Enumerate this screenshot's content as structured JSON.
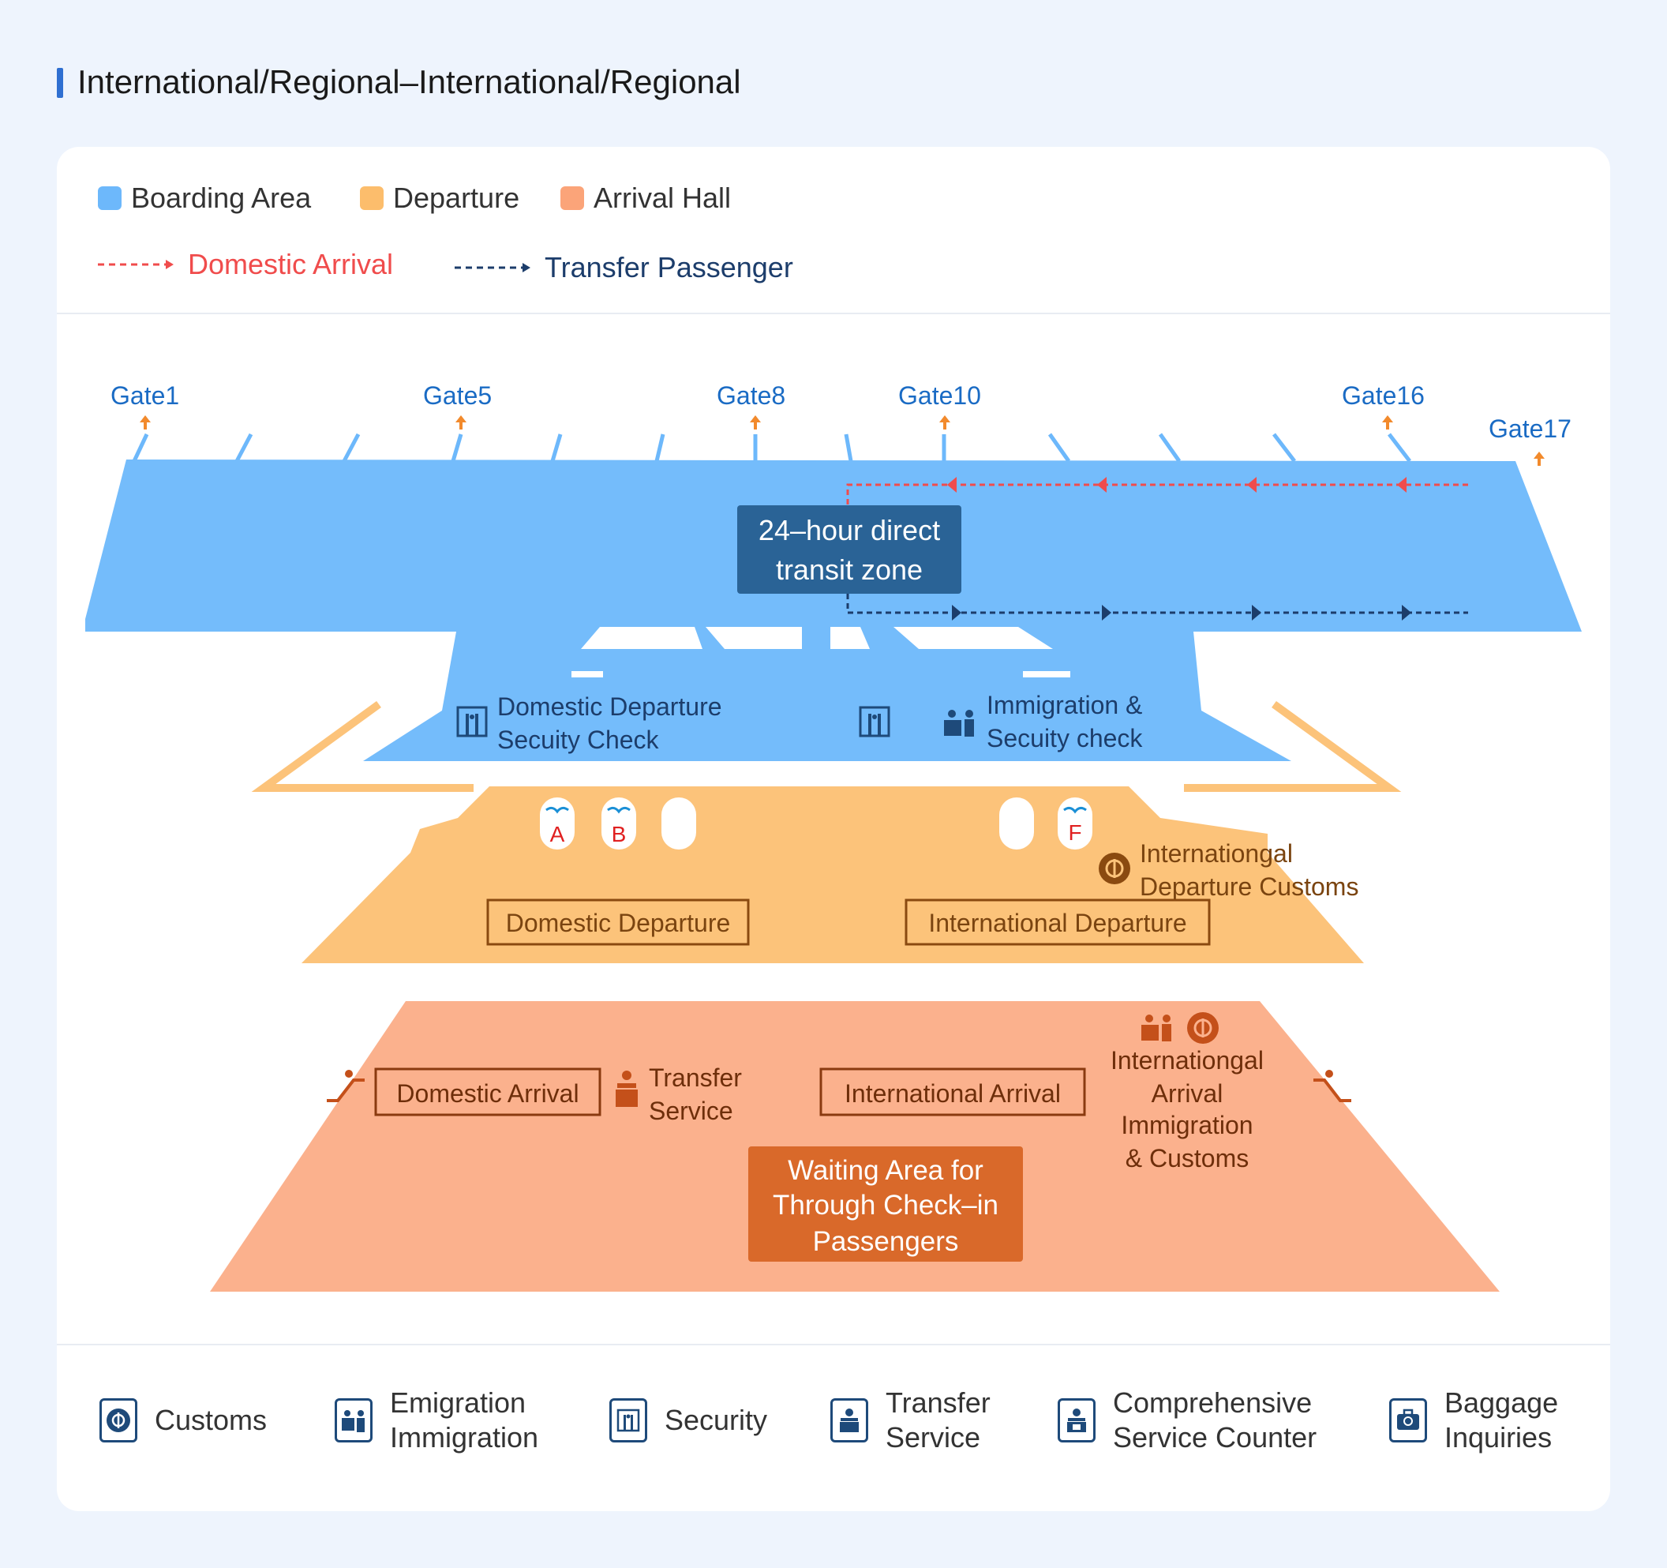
{
  "title": "International/Regional–International/Regional",
  "legend": {
    "areas": [
      {
        "label": "Boarding Area",
        "color": "#6db8fb"
      },
      {
        "label": "Departure",
        "color": "#fcbd6c"
      },
      {
        "label": "Arrival Hall",
        "color": "#fba479"
      }
    ],
    "lines": [
      {
        "label": "Domestic Arrival",
        "color": "#f04c4c"
      },
      {
        "label": "Transfer Passenger",
        "color": "#1c3d6b"
      }
    ]
  },
  "gates": [
    "Gate1",
    "Gate5",
    "Gate8",
    "Gate10",
    "Gate16",
    "Gate17"
  ],
  "boarding": {
    "transit_zone": [
      "24–hour direct",
      "transit zone"
    ],
    "domestic_security": [
      "Domestic Departure",
      "Secuity Check"
    ],
    "immigration_security": [
      "Immigration &",
      "Secuity check"
    ]
  },
  "departure": {
    "counters": [
      "A",
      "B",
      "F"
    ],
    "domestic_label": "Domestic Departure",
    "international_label": "International Departure",
    "customs": [
      "Internationgal",
      "Departure Customs"
    ]
  },
  "arrival": {
    "domestic_label": "Domestic Arrival",
    "international_label": "International Arrival",
    "transfer_service": [
      "Transfer",
      "Service"
    ],
    "intl_immigration": [
      "Internationgal",
      "Arrival",
      "Immigration",
      "& Customs"
    ],
    "waiting_area": [
      "Waiting Area for",
      "Through Check–in",
      "Passengers"
    ]
  },
  "icon_legend": [
    {
      "icon": "customs-icon",
      "lines": [
        "Customs"
      ]
    },
    {
      "icon": "emigration-immigration-icon",
      "lines": [
        "Emigration",
        "Immigration"
      ]
    },
    {
      "icon": "security-icon",
      "lines": [
        "Security"
      ]
    },
    {
      "icon": "transfer-service-icon",
      "lines": [
        "Transfer",
        "Service"
      ]
    },
    {
      "icon": "service-counter-icon",
      "lines": [
        "Comprehensive",
        "Service Counter"
      ]
    },
    {
      "icon": "baggage-icon",
      "lines": [
        "Baggage",
        "Inquiries"
      ]
    }
  ]
}
